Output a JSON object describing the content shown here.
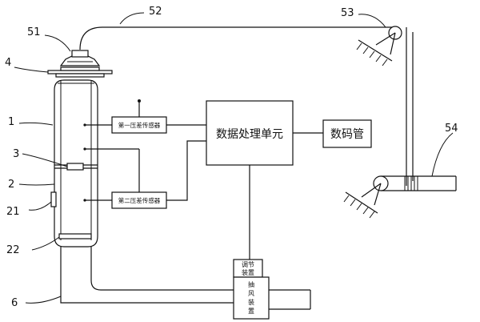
{
  "reference_numbers": {
    "n52": "52",
    "n53": "53",
    "n51": "51",
    "n4": "4",
    "n1": "1",
    "n3": "3",
    "n2": "2",
    "n21": "21",
    "n22": "22",
    "n6": "6",
    "n54": "54"
  },
  "blocks": {
    "sensor1": "第一压差传感器",
    "sensor2": "第二压差传感器",
    "processor": "数据处理单元",
    "display": "数码管",
    "adjust_line1": "调节",
    "adjust_line2": "装置",
    "fan_line1": "抽",
    "fan_line2": "风",
    "fan_line3": "装",
    "fan_line4": "置"
  }
}
